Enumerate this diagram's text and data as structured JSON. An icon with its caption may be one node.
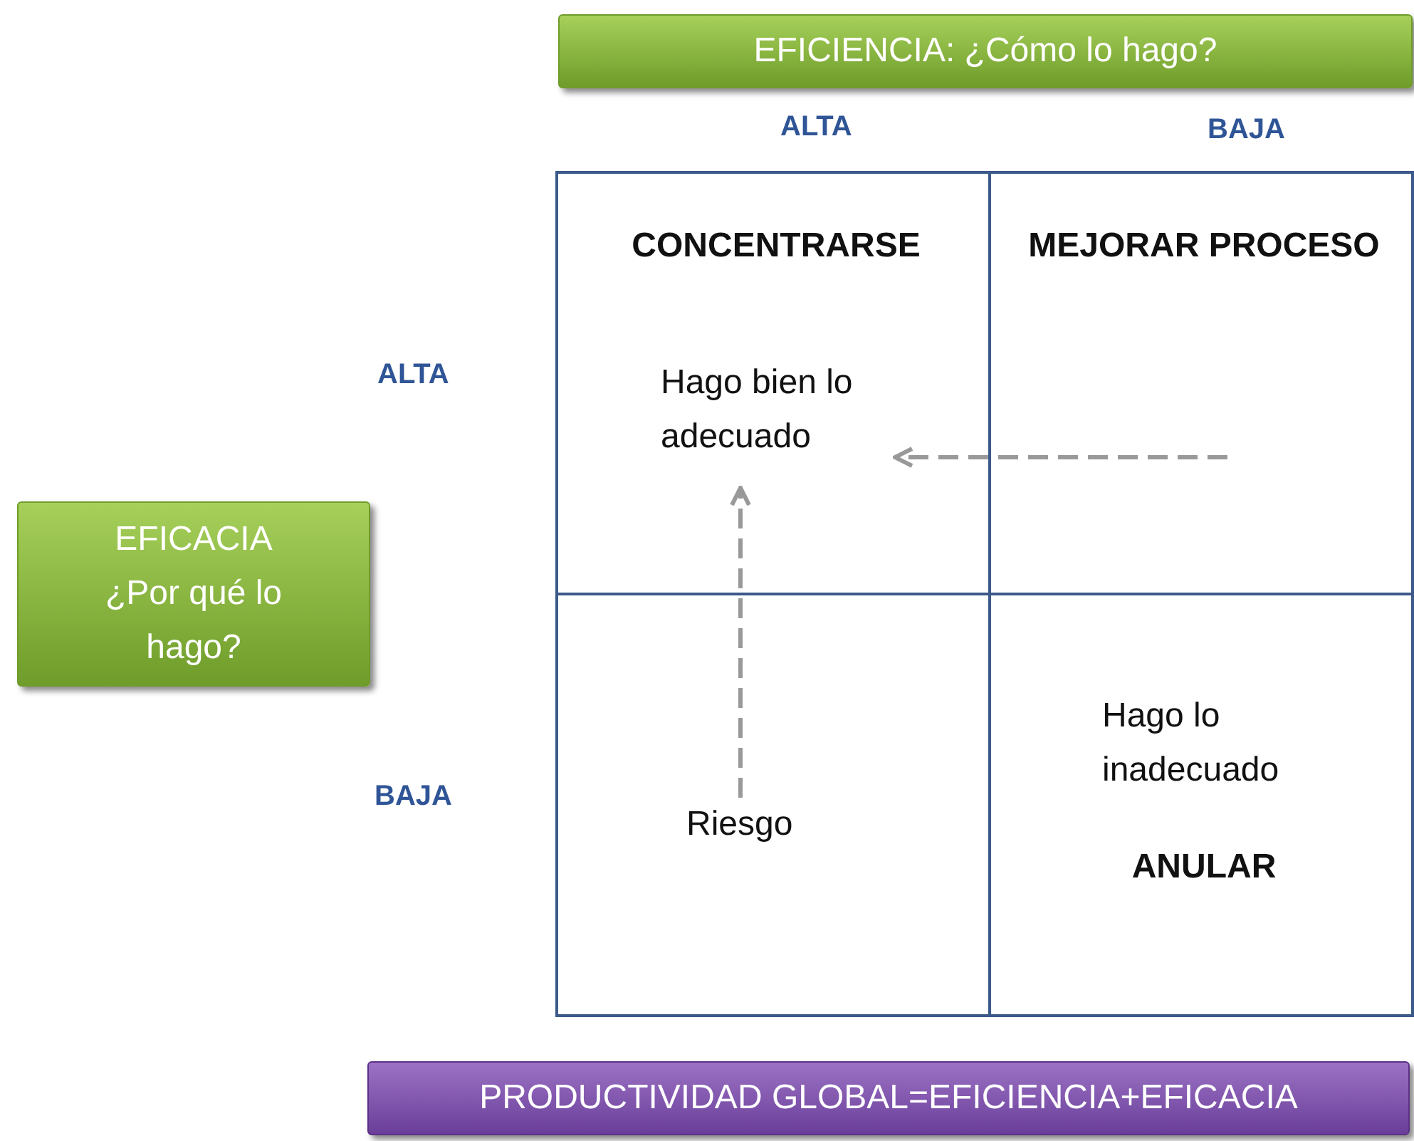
{
  "diagram": {
    "nodes": [
      {
        "text": [
          "EFICIENCIA: ¿Cómo lo hago?"
        ]
      },
      {
        "text": [
          "EFICACIA ¿Por qué lo hago?"
        ]
      },
      {
        "text": [
          "CONCENTRARSE",
          "Hago bien lo adecuado"
        ]
      },
      {
        "text": [
          "MEJORAR PROCESO"
        ]
      },
      {
        "text": [
          "Riesgo"
        ]
      },
      {
        "text": [
          "Hago lo inadecuado",
          "ANULAR"
        ]
      },
      {
        "text": [
          "PRODUCTIVIDAD GLOBAL=EFICIENCIA+EFICACIA"
        ]
      }
    ],
    "edges": [
      {
        "from": 3,
        "to": 2,
        "arrow": "to",
        "style": "dashed"
      },
      {
        "from": 4,
        "to": 2,
        "arrow": "to",
        "style": "dashed"
      }
    ],
    "labels": [
      "ALTA",
      "BAJA",
      "ALTA",
      "BAJA"
    ]
  }
}
